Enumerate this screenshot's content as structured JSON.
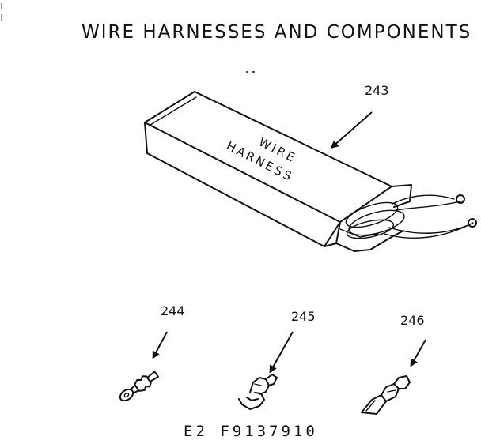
{
  "title": "WIRE HARNESSES AND COMPONENTS",
  "box_label": [
    "WIRE",
    "HARNESS"
  ],
  "callouts": {
    "c243": "243",
    "c244": "244",
    "c245": "245",
    "c246": "246"
  },
  "footer_code": "E2 F9137910",
  "icons": [
    "wire-harness-box-icon",
    "ring-terminal-icon",
    "spade-terminal-icon",
    "female-terminal-icon"
  ]
}
